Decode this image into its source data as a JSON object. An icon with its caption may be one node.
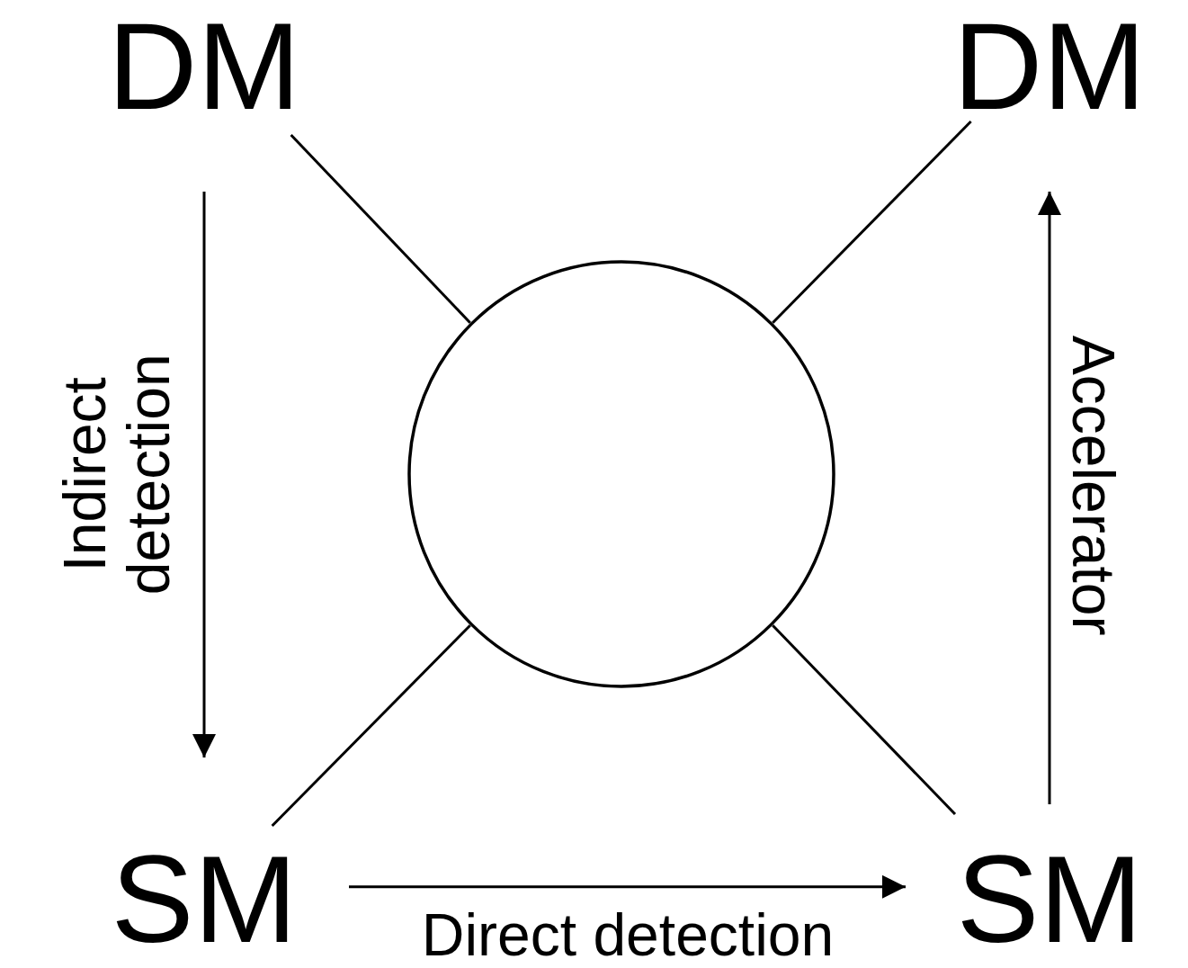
{
  "diagram": {
    "nodes": [
      {
        "text": [
          "DM"
        ]
      },
      {
        "text": [
          "DM"
        ]
      },
      {
        "text": [],
        "shape": "circle"
      },
      {
        "text": [
          "SM"
        ]
      },
      {
        "text": [
          "SM"
        ]
      }
    ],
    "edges": [
      {
        "from": 0,
        "to": 2,
        "arrow": "none"
      },
      {
        "from": 1,
        "to": 2,
        "arrow": "none"
      },
      {
        "from": 3,
        "to": 2,
        "arrow": "none"
      },
      {
        "from": 4,
        "to": 2,
        "arrow": "none"
      },
      {
        "from": 0,
        "to": 3,
        "arrow": "to",
        "label": "Indirect detection"
      },
      {
        "from": 3,
        "to": 4,
        "arrow": "to",
        "label": "Direct detection"
      },
      {
        "from": 4,
        "to": 1,
        "arrow": "to",
        "label": "Accelerator"
      }
    ]
  }
}
